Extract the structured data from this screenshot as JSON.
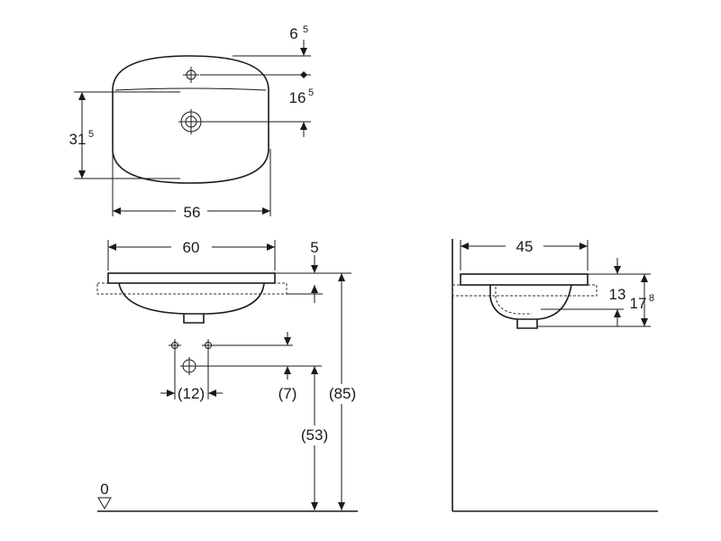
{
  "top_view": {
    "tap_hole_offset": {
      "main": "6",
      "sup": "5"
    },
    "drain_offset": {
      "main": "16",
      "sup": "5"
    },
    "depth": {
      "main": "31",
      "sup": "5"
    },
    "width": "56"
  },
  "front_view": {
    "overall_width": "60",
    "rim_thickness": "5",
    "overall_height": "(85)",
    "waste_height": "(53)",
    "tap_spacing": "(12)",
    "tap_offset": "(7)",
    "floor_level": "0"
  },
  "side_view": {
    "projection": "45",
    "bowl_depth": "13",
    "total_depth": {
      "main": "17",
      "sup": "8"
    }
  }
}
